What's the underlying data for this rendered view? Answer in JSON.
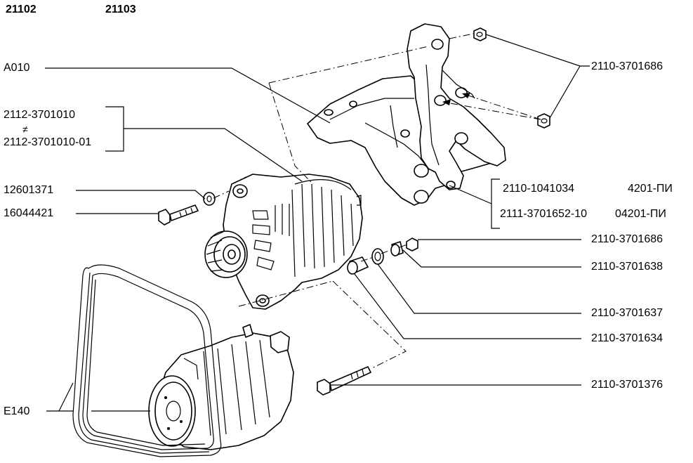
{
  "header": {
    "model_a": "21102",
    "model_b": "21103"
  },
  "labels": {
    "a010": "A010",
    "alt_1": "2112-3701010",
    "alt_neq": "≠",
    "alt_2": "2112-3701010-01",
    "washer": "12601371",
    "bolt": "16044421",
    "e140": "E140",
    "nut_top": "2110-3701686",
    "bracket_1_code": "2110-1041034",
    "bracket_1_note": "4201-ПИ",
    "bracket_2_code": "2111-3701652-10",
    "bracket_2_note": "04201-ПИ",
    "nut_mid": "2110-3701686",
    "r638": "2110-3701638",
    "r637": "2110-3701637",
    "r634": "2110-3701634",
    "r376": "2110-3701376"
  },
  "icons": [
    "alternator-icon",
    "bracket-icon",
    "compressor-icon",
    "belt-icon",
    "bolt-icon",
    "nut-icon",
    "washer-icon"
  ]
}
